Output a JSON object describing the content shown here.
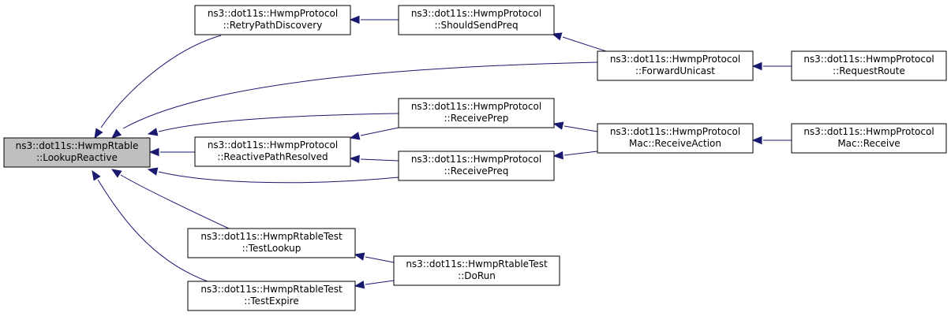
{
  "graph": {
    "edge_color": "#191970",
    "root_fill": "#bfbfbf",
    "nodes": {
      "lookup_reactive": {
        "line1": "ns3::dot11s::HwmpRtable",
        "line2": "::LookupReactive"
      },
      "retry_path_discovery": {
        "line1": "ns3::dot11s::HwmpProtocol",
        "line2": "::RetryPathDiscovery"
      },
      "should_send_preq": {
        "line1": "ns3::dot11s::HwmpProtocol",
        "line2": "::ShouldSendPreq"
      },
      "forward_unicast": {
        "line1": "ns3::dot11s::HwmpProtocol",
        "line2": "::ForwardUnicast"
      },
      "request_route": {
        "line1": "ns3::dot11s::HwmpProtocol",
        "line2": "::RequestRoute"
      },
      "receive_prep": {
        "line1": "ns3::dot11s::HwmpProtocol",
        "line2": "::ReceivePrep"
      },
      "reactive_path_resolved": {
        "line1": "ns3::dot11s::HwmpProtocol",
        "line2": "::ReactivePathResolved"
      },
      "receive_action": {
        "line1": "ns3::dot11s::HwmpProtocol",
        "line2": "Mac::ReceiveAction"
      },
      "mac_receive": {
        "line1": "ns3::dot11s::HwmpProtocol",
        "line2": "Mac::Receive"
      },
      "receive_preq": {
        "line1": "ns3::dot11s::HwmpProtocol",
        "line2": "::ReceivePreq"
      },
      "test_lookup": {
        "line1": "ns3::dot11s::HwmpRtableTest",
        "line2": "::TestLookup"
      },
      "do_run": {
        "line1": "ns3::dot11s::HwmpRtableTest",
        "line2": "::DoRun"
      },
      "test_expire": {
        "line1": "ns3::dot11s::HwmpRtableTest",
        "line2": "::TestExpire"
      }
    },
    "edges": [
      {
        "from": "retry_path_discovery",
        "to": "lookup_reactive"
      },
      {
        "from": "forward_unicast",
        "to": "lookup_reactive"
      },
      {
        "from": "receive_prep",
        "to": "lookup_reactive"
      },
      {
        "from": "reactive_path_resolved",
        "to": "lookup_reactive"
      },
      {
        "from": "receive_preq",
        "to": "lookup_reactive"
      },
      {
        "from": "test_lookup",
        "to": "lookup_reactive"
      },
      {
        "from": "test_expire",
        "to": "lookup_reactive"
      },
      {
        "from": "should_send_preq",
        "to": "retry_path_discovery"
      },
      {
        "from": "forward_unicast",
        "to": "should_send_preq"
      },
      {
        "from": "request_route",
        "to": "forward_unicast"
      },
      {
        "from": "receive_prep",
        "to": "reactive_path_resolved"
      },
      {
        "from": "receive_preq",
        "to": "reactive_path_resolved"
      },
      {
        "from": "receive_action",
        "to": "receive_prep"
      },
      {
        "from": "receive_action",
        "to": "receive_preq"
      },
      {
        "from": "mac_receive",
        "to": "receive_action"
      },
      {
        "from": "do_run",
        "to": "test_lookup"
      },
      {
        "from": "do_run",
        "to": "test_expire"
      }
    ]
  }
}
